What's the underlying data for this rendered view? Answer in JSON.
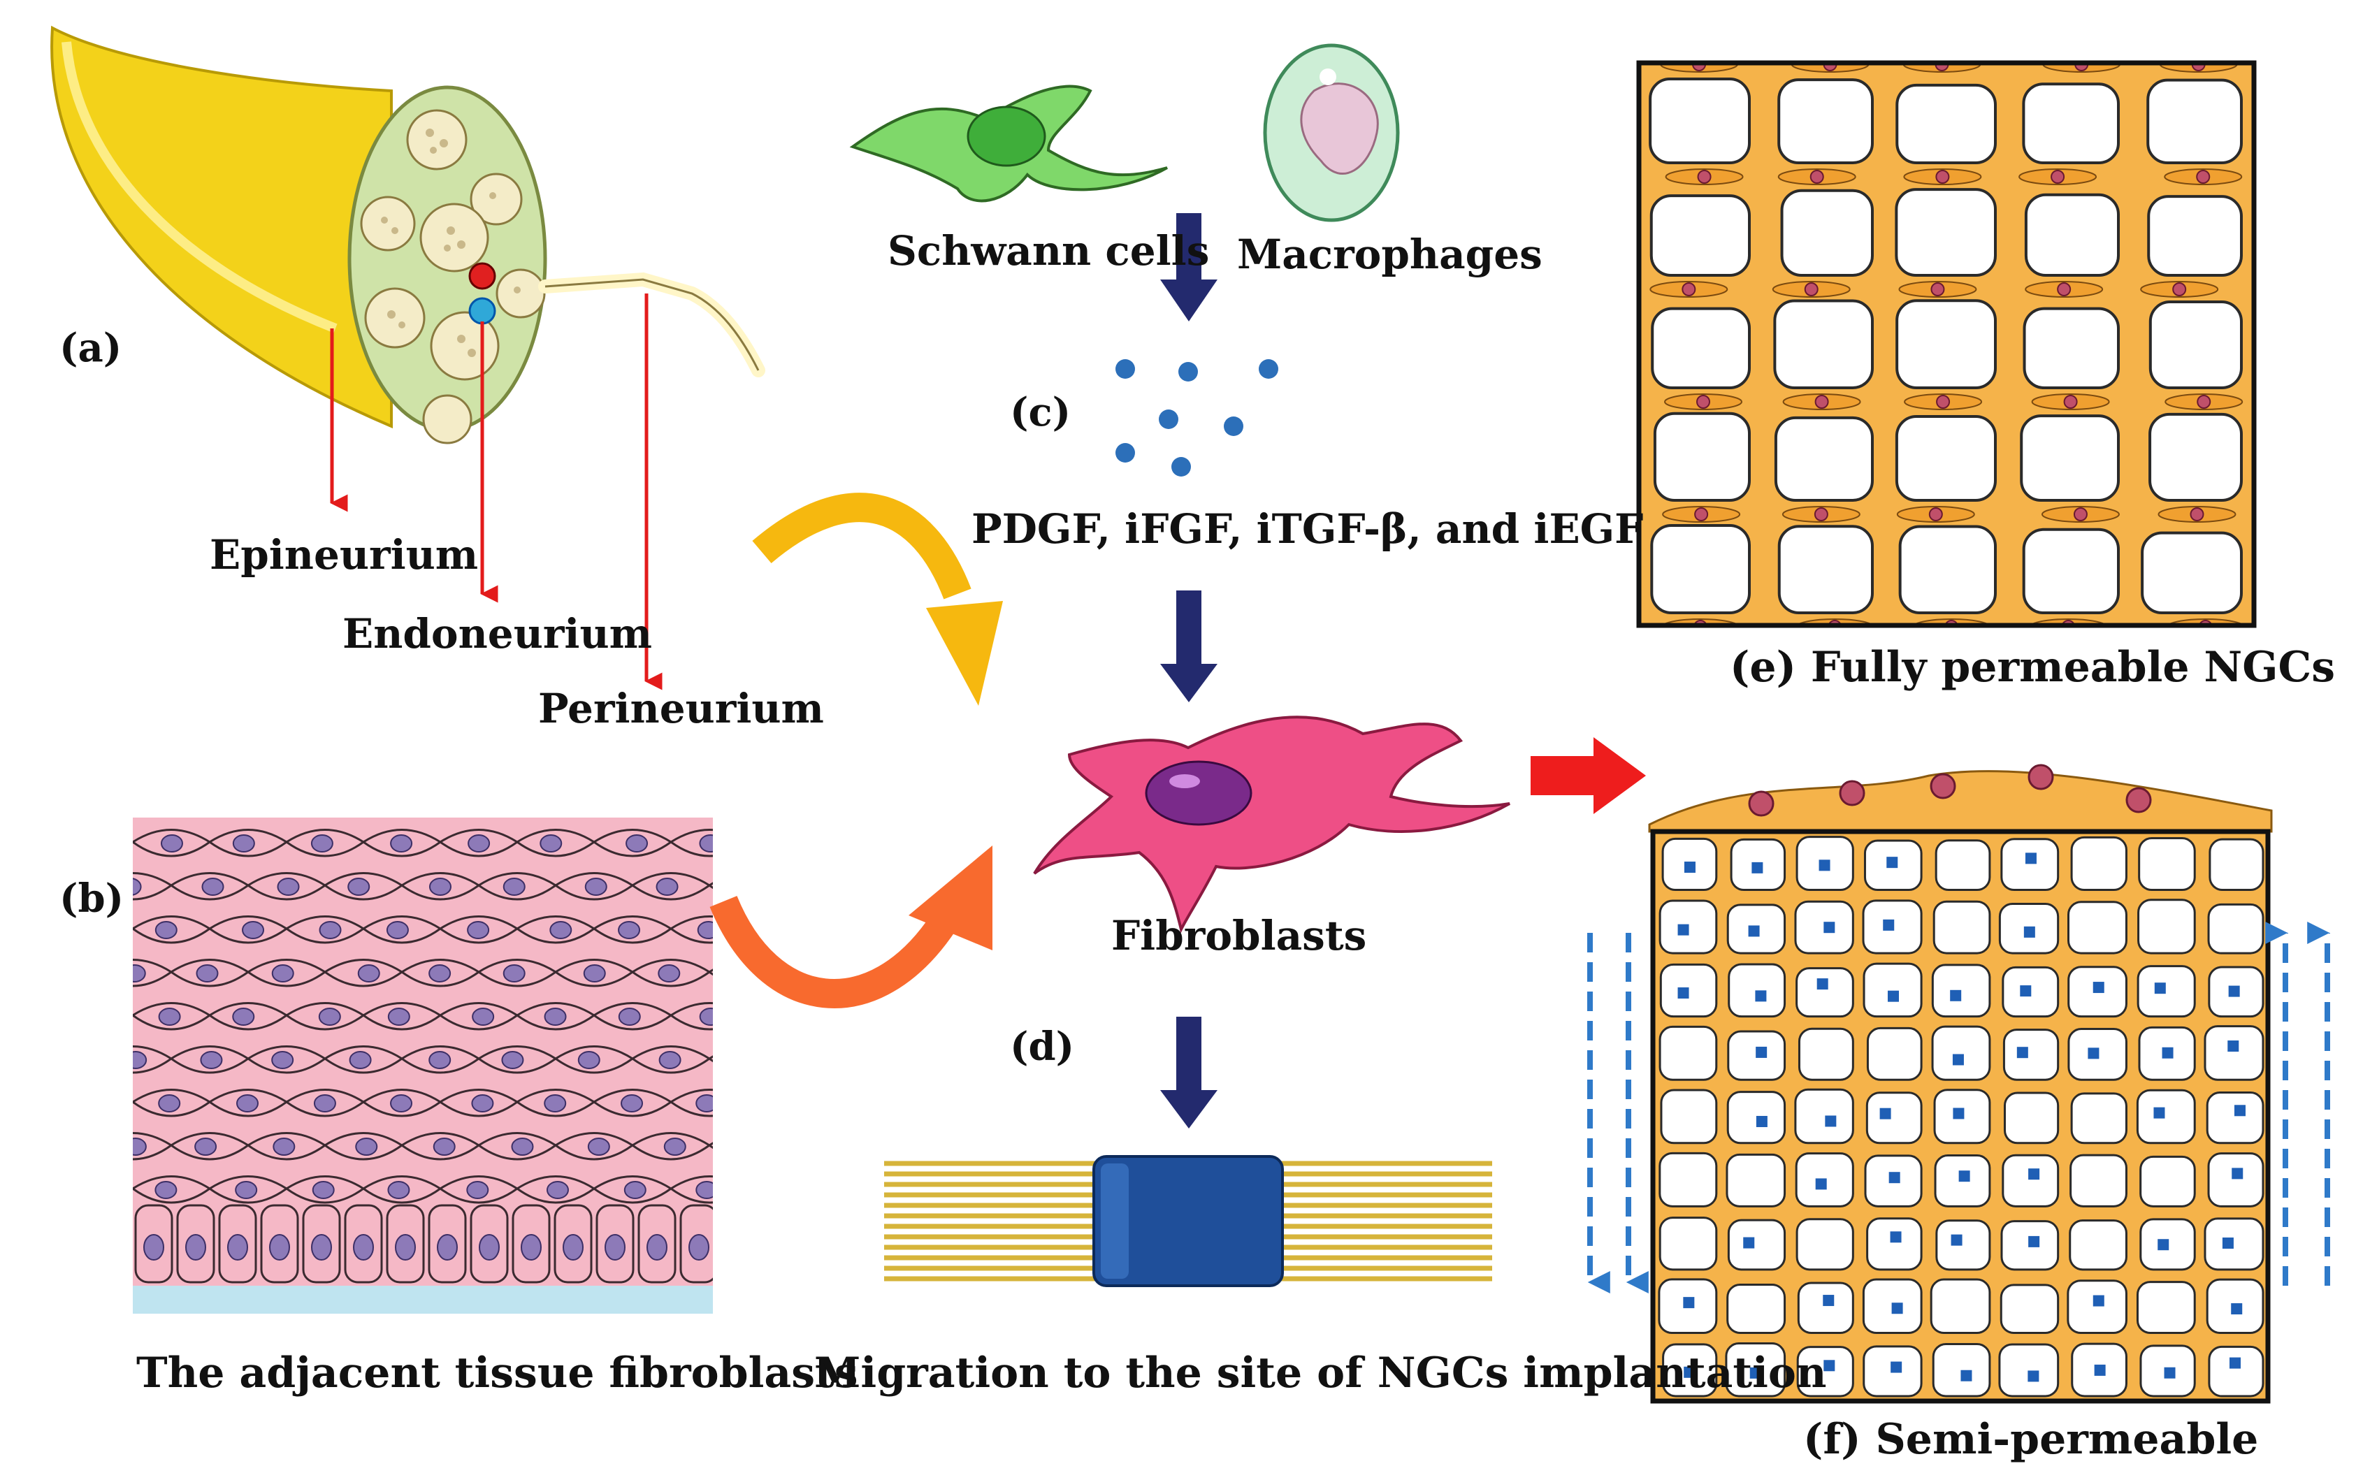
{
  "labels": {
    "a": "(a)",
    "b": "(b)",
    "c": "(c)",
    "d": "(d)",
    "epineurium": "Epineurium",
    "endoneurium": "Endoneurium",
    "perineurium": "Perineurium",
    "schwann": "Schwann cells",
    "macrophages": "Macrophages",
    "growth_factors": "PDGF, iFGF, iTGF-β, and iEGF",
    "fibroblasts": "Fibroblasts",
    "adjacent": "The adjacent tissue fibroblasts",
    "migration": "Migration to the site of NGCs implantation",
    "fully_permeable": "(e) Fully permeable NGCs",
    "semi_permeable": "(f) Semi-permeable"
  },
  "colors": {
    "nerve_yellow": "#f3d21a",
    "nerve_cross": "#cfe3a8",
    "fascicle": "#f4ecc8",
    "leader_red": "#e31b1b",
    "arrow_navy": "#232a6e",
    "arrow_yellow": "#f6b80f",
    "arrow_orange": "#f86a2e",
    "arrow_red": "#ee1d1d",
    "schwann_green": "#7fd86a",
    "macrophage_shell": "#cdeed6",
    "macrophage_nucleus": "#e8c6d8",
    "factor_blue": "#2c6fb9",
    "fibroblast_pink": "#ee4f86",
    "fibroblast_nucleus": "#7a2a8a",
    "tissue_pink": "#f5b8c6",
    "tissue_nucleus": "#8d7ab8",
    "scaffold_orange": "#f5b34a",
    "scaffold_cell": "#f0a030",
    "cell_nucleus": "#c0506a",
    "conduit_blue": "#1f4f9a",
    "fiber_gold": "#d6b43a",
    "flow_blue": "#2f7ac9"
  }
}
